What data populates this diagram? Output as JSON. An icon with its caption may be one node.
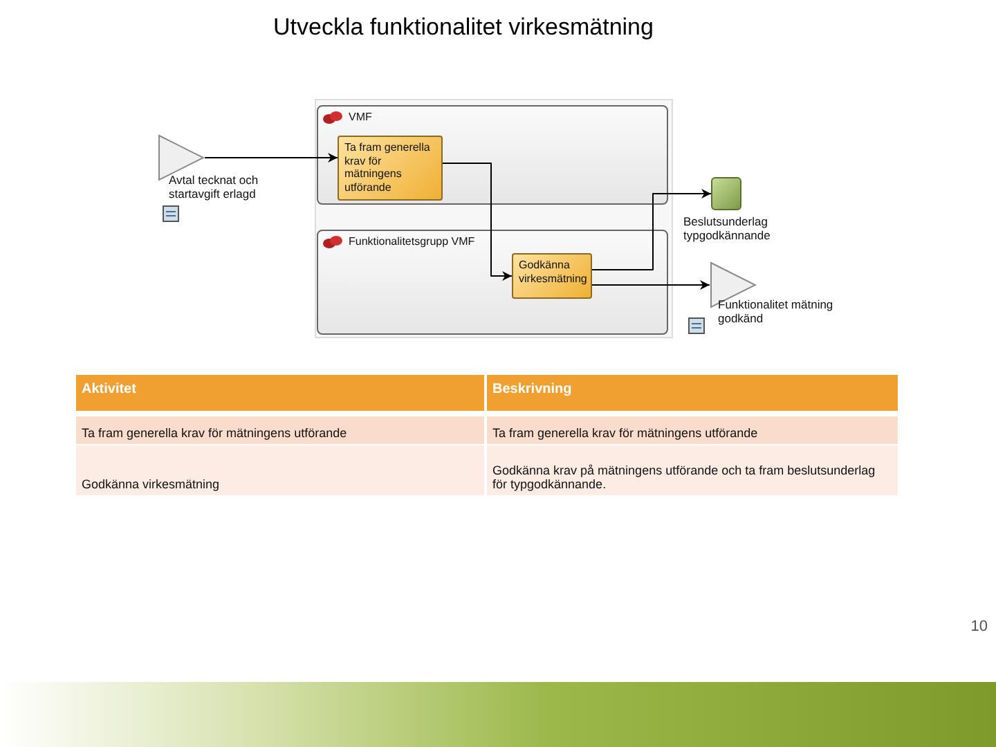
{
  "diagram": {
    "title": "Utveckla funktionalitet virkesmätning",
    "nodes": [
      {
        "text": [
          "Avtal tecknat och startavgift erlagd"
        ]
      },
      {
        "text": [
          "VMF"
        ]
      },
      {
        "text": [
          "Ta fram generella krav för mätningens utförande"
        ],
        "in": 1
      },
      {
        "text": [
          "Funktionalitetsgrupp VMF"
        ]
      },
      {
        "text": [
          "Godkänna virkesmätning"
        ],
        "in": 3
      },
      {
        "text": [
          "Beslutsunderlag typgodkännande"
        ]
      },
      {
        "text": [
          "Funktionalitet mätning godkänd"
        ]
      }
    ],
    "edges": [
      {
        "from": 0,
        "to": 2,
        "arrow": "to"
      },
      {
        "from": 2,
        "to": 4,
        "arrow": "to"
      },
      {
        "from": 4,
        "to": 5,
        "arrow": "to"
      },
      {
        "from": 4,
        "to": 6,
        "arrow": "to"
      }
    ],
    "labels": [
      "Aktivitet",
      "Beskrivning",
      "Ta fram generella krav för mätningens utförande",
      "Ta fram generella krav för mätningens utförande",
      "Godkänna virkesmätning",
      "Godkänna krav på mätningens utförande och ta fram beslutsunderlag för typgodkännande.",
      "10"
    ]
  }
}
